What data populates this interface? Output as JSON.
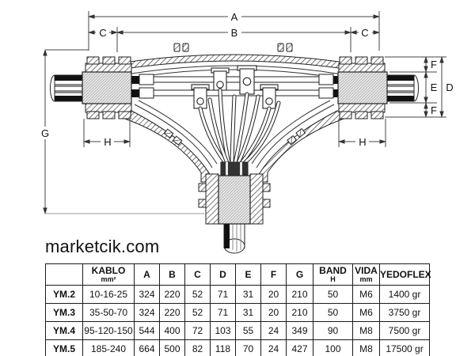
{
  "watermark": "marketcik.com",
  "diagram": {
    "description": "Cross-section drawing of a Y/T cable branch joint with dimension lines",
    "labels": {
      "a": "A",
      "b": "B",
      "c_left": "C",
      "c_right": "C",
      "d": "D",
      "e": "E",
      "f_top": "F",
      "f_bottom": "F",
      "g": "G",
      "h_left": "H",
      "h_right": "H"
    }
  },
  "table": {
    "headers": [
      {
        "t": "",
        "s": ""
      },
      {
        "t": "KABLO",
        "s": "mm²"
      },
      {
        "t": "A",
        "s": ""
      },
      {
        "t": "B",
        "s": ""
      },
      {
        "t": "C",
        "s": ""
      },
      {
        "t": "D",
        "s": ""
      },
      {
        "t": "E",
        "s": ""
      },
      {
        "t": "F",
        "s": ""
      },
      {
        "t": "G",
        "s": ""
      },
      {
        "t": "BAND",
        "s": "H"
      },
      {
        "t": "VIDA",
        "s": "mm"
      },
      {
        "t": "YEDOFLEX",
        "s": ""
      }
    ],
    "rows": [
      [
        "YM.2",
        "10-16-25",
        "324",
        "220",
        "52",
        "71",
        "31",
        "20",
        "210",
        "50",
        "M6",
        "1400 gr"
      ],
      [
        "YM.3",
        "35-50-70",
        "324",
        "220",
        "52",
        "71",
        "31",
        "20",
        "210",
        "50",
        "M6",
        "3750 gr"
      ],
      [
        "YM.4",
        "95-120-150",
        "544",
        "400",
        "72",
        "103",
        "55",
        "24",
        "349",
        "90",
        "M8",
        "7500 gr"
      ],
      [
        "YM.5",
        "185-240",
        "664",
        "500",
        "82",
        "118",
        "70",
        "24",
        "427",
        "100",
        "M8",
        "17500 gr"
      ]
    ]
  },
  "chart_data": {
    "type": "table",
    "title": "YEDOFLEX cable joint dimensions",
    "columns": [
      "model",
      "KABLO mm²",
      "A",
      "B",
      "C",
      "D",
      "E",
      "F",
      "G",
      "BAND H",
      "VIDA mm",
      "YEDOFLEX"
    ],
    "rows": [
      [
        "YM.2",
        "10-16-25",
        324,
        220,
        52,
        71,
        31,
        20,
        210,
        50,
        "M6",
        "1400 gr"
      ],
      [
        "YM.3",
        "35-50-70",
        324,
        220,
        52,
        71,
        31,
        20,
        210,
        50,
        "M6",
        "3750 gr"
      ],
      [
        "YM.4",
        "95-120-150",
        544,
        400,
        72,
        103,
        55,
        24,
        349,
        90,
        "M8",
        "7500 gr"
      ],
      [
        "YM.5",
        "185-240",
        664,
        500,
        82,
        118,
        70,
        24,
        427,
        100,
        "M8",
        "17500 gr"
      ]
    ]
  },
  "colors": {
    "line": "#333333",
    "ink": "#111111",
    "knurl_bg": "#ededed",
    "ext_line_gray": "#999999"
  }
}
